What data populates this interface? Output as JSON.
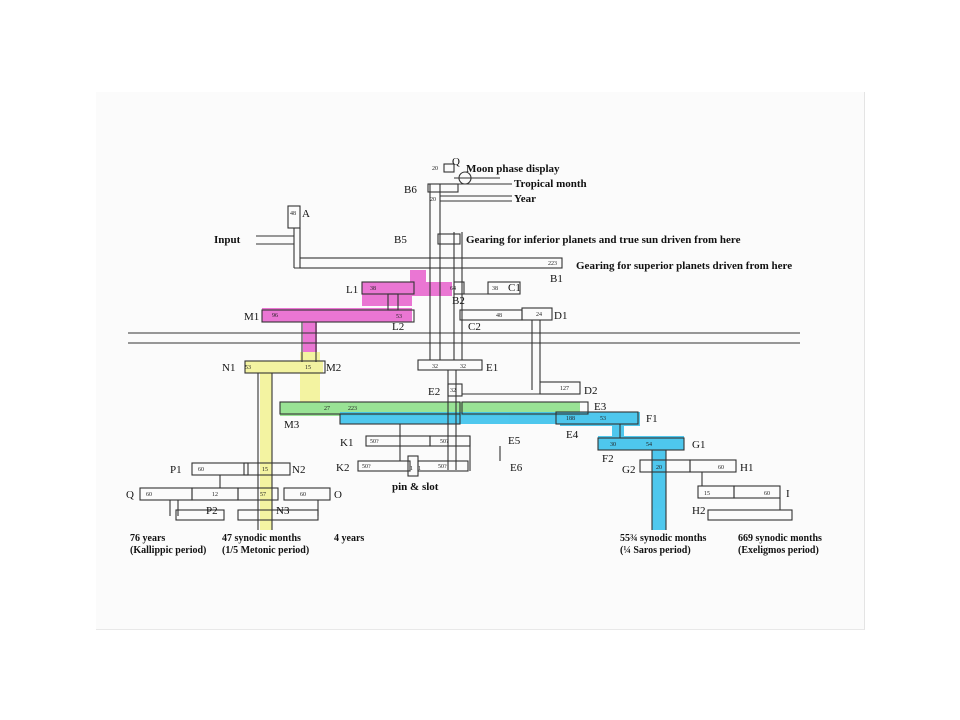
{
  "gears": {
    "Q": "Q",
    "B6": "B6",
    "A": "A",
    "B5": "B5",
    "B1": "B1",
    "L1": "L1",
    "B2": "B2",
    "C1": "C1",
    "M1": "M1",
    "L2": "L2",
    "C2": "C2",
    "D1": "D1",
    "N1": "N1",
    "M2": "M2",
    "E1": "E1",
    "E2": "E2",
    "D2": "D2",
    "M3": "M3",
    "E3": "E3",
    "F1": "F1",
    "E4": "E4",
    "K1": "K1",
    "E5": "E5",
    "G1": "G1",
    "F2": "F2",
    "K2": "K2",
    "E6": "E6",
    "P1": "P1",
    "N2": "N2",
    "G2": "G2",
    "H1": "H1",
    "Qlow": "Q",
    "O": "O",
    "I": "I",
    "P2": "P2",
    "N3": "N3",
    "H2": "H2"
  },
  "teeth": {
    "q": "20",
    "b6": "20",
    "a": "48",
    "b5": "?",
    "b1": "223",
    "l1": "38",
    "b2": "64",
    "c1": "38",
    "m1": "96",
    "l2": "53",
    "c2": "48",
    "d1": "24",
    "n1": "53",
    "m2": "15",
    "e1a": "32",
    "e1b": "32",
    "e2": "32",
    "d2": "127",
    "m3": "27",
    "e3": "223",
    "e4": "188",
    "f1": "53",
    "k1": "50?",
    "e5": "50?",
    "f2": "30",
    "g1": "54",
    "k2": "50?",
    "e6": "50?",
    "pin1": "1",
    "pin2": "1",
    "p1": "60",
    "n2": "15",
    "g2": "20",
    "h1": "60",
    "q2": "60",
    "p2": "12",
    "n3": "57",
    "o": "60",
    "h2": "15",
    "i": "60"
  },
  "labels": {
    "moon_phase": "Moon phase display",
    "tropical": "Tropical month",
    "year": "Year",
    "input": "Input",
    "inferior": "Gearing for inferior planets and true sun driven from here",
    "superior": "Gearing for superior planets driven from here",
    "pin_slot": "pin & slot"
  },
  "periods": {
    "kallippic_1": "76 years",
    "kallippic_2": "(Kallippic period)",
    "metonic_1": "47 synodic months",
    "metonic_2": "(1/5 Metonic period)",
    "four_years": "4 years",
    "saros_1": "55¾ synodic months",
    "saros_2": "(¼ Saros period)",
    "exeligmos_1": "669 synodic months",
    "exeligmos_2": "(Exeligmos period)"
  },
  "colors": {
    "magenta": "#e85fcd",
    "yellow": "#f3f398",
    "green": "#8ee08a",
    "cyan": "#3cc2ec",
    "line": "#333333"
  }
}
